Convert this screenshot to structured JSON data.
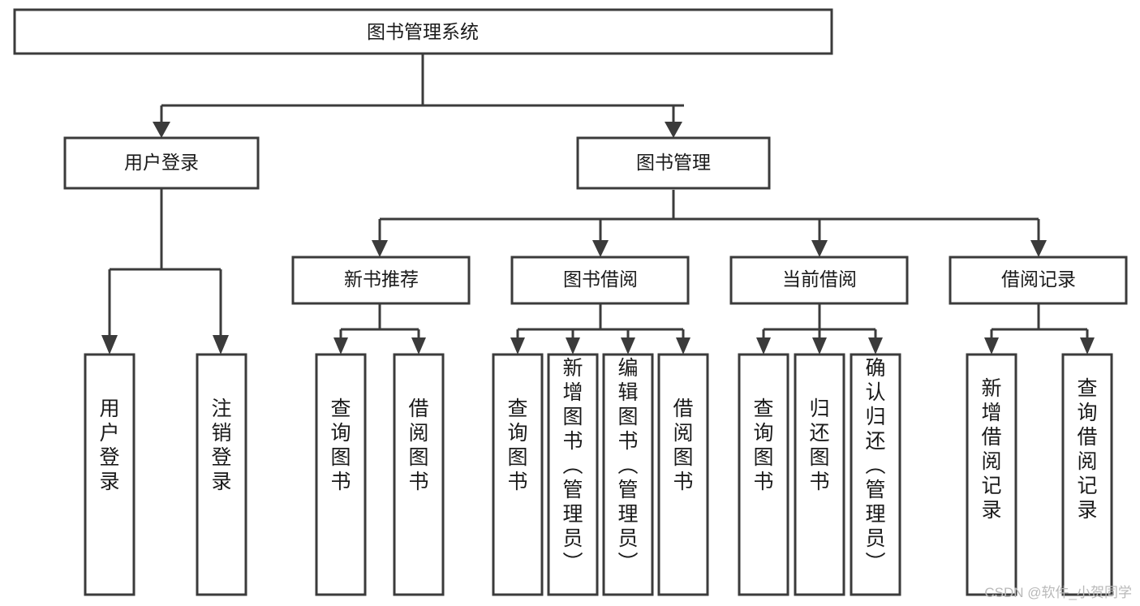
{
  "diagram": {
    "type": "hierarchy-tree",
    "title": "图书管理系统",
    "root": {
      "id": "root",
      "label": "图书管理系统"
    },
    "level2": [
      {
        "id": "user-login",
        "label": "用户登录"
      },
      {
        "id": "book-management",
        "label": "图书管理"
      }
    ],
    "level3": [
      {
        "id": "new-book-recommend",
        "label": "新书推荐",
        "parent": "book-management"
      },
      {
        "id": "book-borrow",
        "label": "图书借阅",
        "parent": "book-management"
      },
      {
        "id": "current-borrow",
        "label": "当前借阅",
        "parent": "book-management"
      },
      {
        "id": "borrow-record",
        "label": "借阅记录",
        "parent": "book-management"
      }
    ],
    "leaves": {
      "user-login": [
        {
          "id": "leaf-user-login",
          "label": "用户登录"
        },
        {
          "id": "leaf-logout",
          "label": "注销登录"
        }
      ],
      "new-book-recommend": [
        {
          "id": "leaf-query-book-1",
          "label": "查询图书"
        },
        {
          "id": "leaf-borrow-book-1",
          "label": "借阅图书"
        }
      ],
      "book-borrow": [
        {
          "id": "leaf-query-book-2",
          "label": "查询图书"
        },
        {
          "id": "leaf-add-book",
          "label": "新增图书（管理员）"
        },
        {
          "id": "leaf-edit-book",
          "label": "编辑图书（管理员）"
        },
        {
          "id": "leaf-borrow-book-2",
          "label": "借阅图书"
        }
      ],
      "current-borrow": [
        {
          "id": "leaf-query-book-3",
          "label": "查询图书"
        },
        {
          "id": "leaf-return-book",
          "label": "归还图书"
        },
        {
          "id": "leaf-confirm-return",
          "label": "确认归还（管理员）"
        }
      ],
      "borrow-record": [
        {
          "id": "leaf-add-record",
          "label": "新增借阅记录"
        },
        {
          "id": "leaf-query-record",
          "label": "查询借阅记录"
        }
      ]
    },
    "colors": {
      "box_stroke": "#3b3b3b",
      "box_fill": "#ffffff",
      "text": "#1a1a1a",
      "watermark": "#b9b9b9",
      "background": "#ffffff"
    }
  },
  "watermark": {
    "text": "CSDN @软件_小贺同学"
  }
}
